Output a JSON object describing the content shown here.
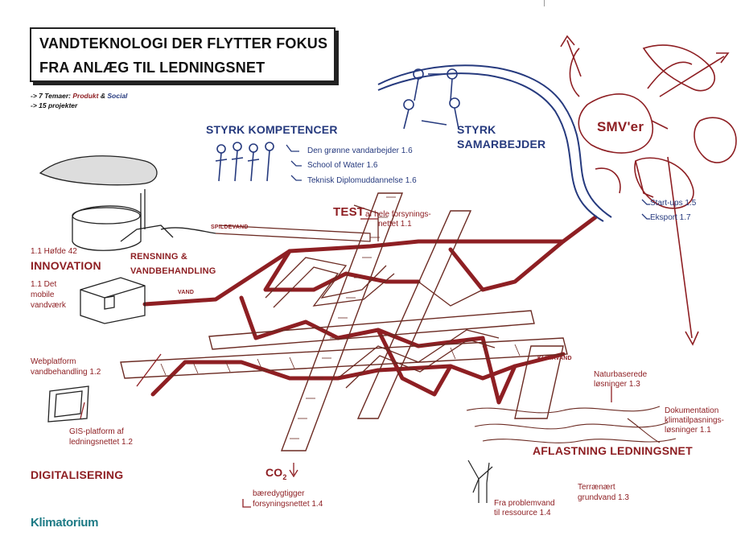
{
  "title": {
    "line1": "VANDTEKNOLOGI DER FLYTTER FOKUS",
    "line2": "FRA ANLÆG TIL LEDNINGSNET"
  },
  "meta": {
    "themes_prefix": "-> 7 Temaer: ",
    "themes_produkt": "Produkt",
    "themes_and": " & ",
    "themes_social": "Social",
    "projects": "-> 15 projekter"
  },
  "sections": {
    "kompetencer": {
      "heading": "STYRK KOMPETENCER",
      "items": [
        "Den grønne vandarbejder 1.6",
        "School of Water 1.6",
        "Teknisk Diplomuddannelse 1.6"
      ]
    },
    "samarbejder": {
      "heading_line1": "STYRK",
      "heading_line2": "SAMARBEJDER"
    },
    "smv": {
      "label": "SMV'er",
      "items": [
        "Start-ups 1.5",
        "Eksport 1.7"
      ]
    },
    "test": {
      "heading": "TEST",
      "detail_line1": "af hele forsynings-",
      "detail_line2": "nettet 1.1"
    },
    "innovation": {
      "heading": "INNOVATION",
      "hofde": "1.1 Høfde 42",
      "mobile_line1": "1.1 Det",
      "mobile_line2": "mobile",
      "mobile_line3": "vandværk"
    },
    "rensning": {
      "heading_line1": "RENSNING &",
      "heading_line2": "VANDBEHANDLING"
    },
    "spildevand": "SPILDEVAND",
    "vand": "VAND",
    "klimavand": "KLIMAVAND",
    "digitalisering": {
      "heading": "DIGITALISERING",
      "webplatform_line1": "Webplatform",
      "webplatform_line2": "vandbehandling 1.2",
      "gis_line1": "GIS-platform af",
      "gis_line2": "ledningsnettet 1.2"
    },
    "co2": {
      "label": "CO",
      "sub": "2",
      "detail_line1": "bæredygtigger",
      "detail_line2": "forsyningsnettet 1.4"
    },
    "aflastning": {
      "heading": "AFLASTNING LEDNINGSNET",
      "naturbaserede_line1": "Naturbaserede",
      "naturbaserede_line2": "løsninger 1.3",
      "dokumentation_line1": "Dokumentation",
      "dokumentation_line2": "klimatilpasnings-",
      "dokumentation_line3": "løsninger 1.1",
      "problemvand_line1": "Fra problemvand",
      "problemvand_line2": "til ressource 1.4",
      "terraen_line1": "Terrænært",
      "terraen_line2": "grundvand 1.3"
    }
  },
  "brand": "Klimatorium",
  "colors": {
    "red": "#8e1f23",
    "blue": "#263a7e",
    "teal": "#1d7a85",
    "ink": "#111111"
  }
}
